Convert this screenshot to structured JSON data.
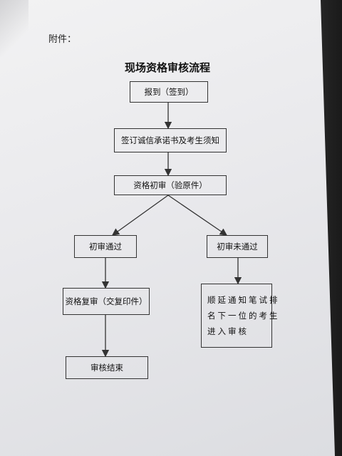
{
  "header": {
    "attachment_label": "附件："
  },
  "diagram": {
    "title": "现场资格审核流程",
    "nodes": {
      "checkin": "报到（签到）",
      "sign": "签订诚信承诺书及考生须知",
      "initial_review": "资格初审（验原件）",
      "pass": "初审通过",
      "fail": "初审未通过",
      "recheck": "资格复审（交复印件）",
      "end": "审核结束",
      "fail_action_lines": [
        "顺延通知笔试排",
        "名下一位的考生",
        "进入审核"
      ]
    },
    "edges": [
      [
        "checkin",
        "sign"
      ],
      [
        "sign",
        "initial_review"
      ],
      [
        "initial_review",
        "pass"
      ],
      [
        "initial_review",
        "fail"
      ],
      [
        "pass",
        "recheck"
      ],
      [
        "recheck",
        "end"
      ],
      [
        "fail",
        "fail_action"
      ]
    ]
  }
}
